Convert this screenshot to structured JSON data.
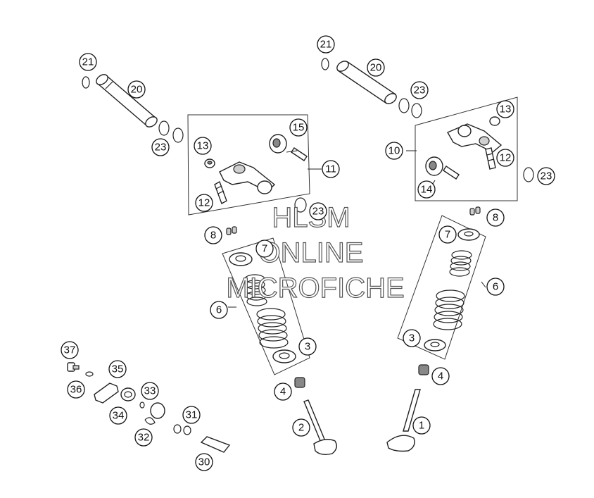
{
  "watermark": {
    "line1": "HLSM",
    "line2": "ONLINE",
    "line3": "MICROFICHE"
  },
  "callouts": {
    "c1": "1",
    "c2": "2",
    "c3a": "3",
    "c3b": "3",
    "c4a": "4",
    "c4b": "4",
    "c6a": "6",
    "c6b": "6",
    "c7a": "7",
    "c7b": "7",
    "c8a": "8",
    "c8b": "8",
    "c10": "10",
    "c11": "11",
    "c12a": "12",
    "c12b": "12",
    "c13a": "13",
    "c13b": "13",
    "c14": "14",
    "c15": "15",
    "c20a": "20",
    "c20b": "20",
    "c21a": "21",
    "c21b": "21",
    "c23a": "23",
    "c23b": "23",
    "c23c": "23",
    "c23d": "23",
    "c30": "30",
    "c31": "31",
    "c32": "32",
    "c33": "33",
    "c34": "34",
    "c35": "35",
    "c36": "36",
    "c37": "37"
  }
}
